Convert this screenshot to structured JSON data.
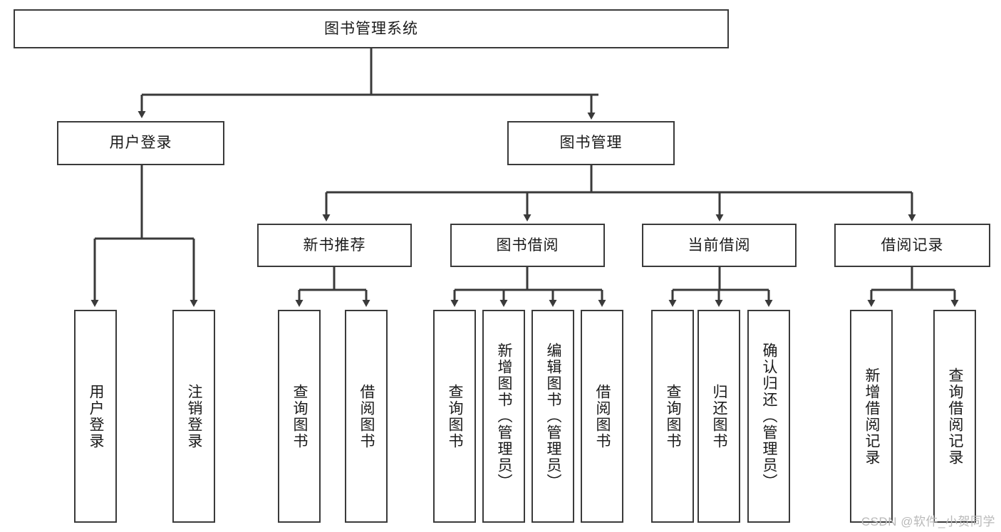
{
  "diagram": {
    "title_node": {
      "id": "root",
      "label": "图书管理系统"
    },
    "level2": [
      {
        "id": "user-login",
        "label": "用户登录"
      },
      {
        "id": "book-manage",
        "label": "图书管理"
      }
    ],
    "level3": [
      {
        "id": "new-book-rec",
        "label": "新书推荐"
      },
      {
        "id": "book-borrow",
        "label": "图书借阅"
      },
      {
        "id": "current-borrow",
        "label": "当前借阅"
      },
      {
        "id": "borrow-record",
        "label": "借阅记录"
      }
    ],
    "leaves": [
      {
        "id": "leaf-user-login",
        "label": "用户登录",
        "parent": "user-login"
      },
      {
        "id": "leaf-logout",
        "label": "注销登录",
        "parent": "user-login"
      },
      {
        "id": "leaf-query-book-1",
        "label": "查询图书",
        "parent": "new-book-rec"
      },
      {
        "id": "leaf-borrow-book-1",
        "label": "借阅图书",
        "parent": "new-book-rec"
      },
      {
        "id": "leaf-query-book-2",
        "label": "查询图书",
        "parent": "book-borrow"
      },
      {
        "id": "leaf-add-book",
        "label": "新增图书（管理员）",
        "parent": "book-borrow"
      },
      {
        "id": "leaf-edit-book",
        "label": "编辑图书（管理员）",
        "parent": "book-borrow"
      },
      {
        "id": "leaf-borrow-book-2",
        "label": "借阅图书",
        "parent": "book-borrow"
      },
      {
        "id": "leaf-query-book-3",
        "label": "查询图书",
        "parent": "current-borrow"
      },
      {
        "id": "leaf-return-book",
        "label": "归还图书",
        "parent": "current-borrow"
      },
      {
        "id": "leaf-confirm-return",
        "label": "确认归还（管理员）",
        "parent": "current-borrow"
      },
      {
        "id": "leaf-add-record",
        "label": "新增借阅记录",
        "parent": "borrow-record"
      },
      {
        "id": "leaf-query-record",
        "label": "查询借阅记录",
        "parent": "borrow-record"
      }
    ],
    "watermark": "CSDN @软件_小贺同学",
    "colors": {
      "border": "#3a3a3a",
      "background": "#ffffff",
      "text": "#1a1a1a",
      "watermark": "#b9b9b9"
    }
  }
}
